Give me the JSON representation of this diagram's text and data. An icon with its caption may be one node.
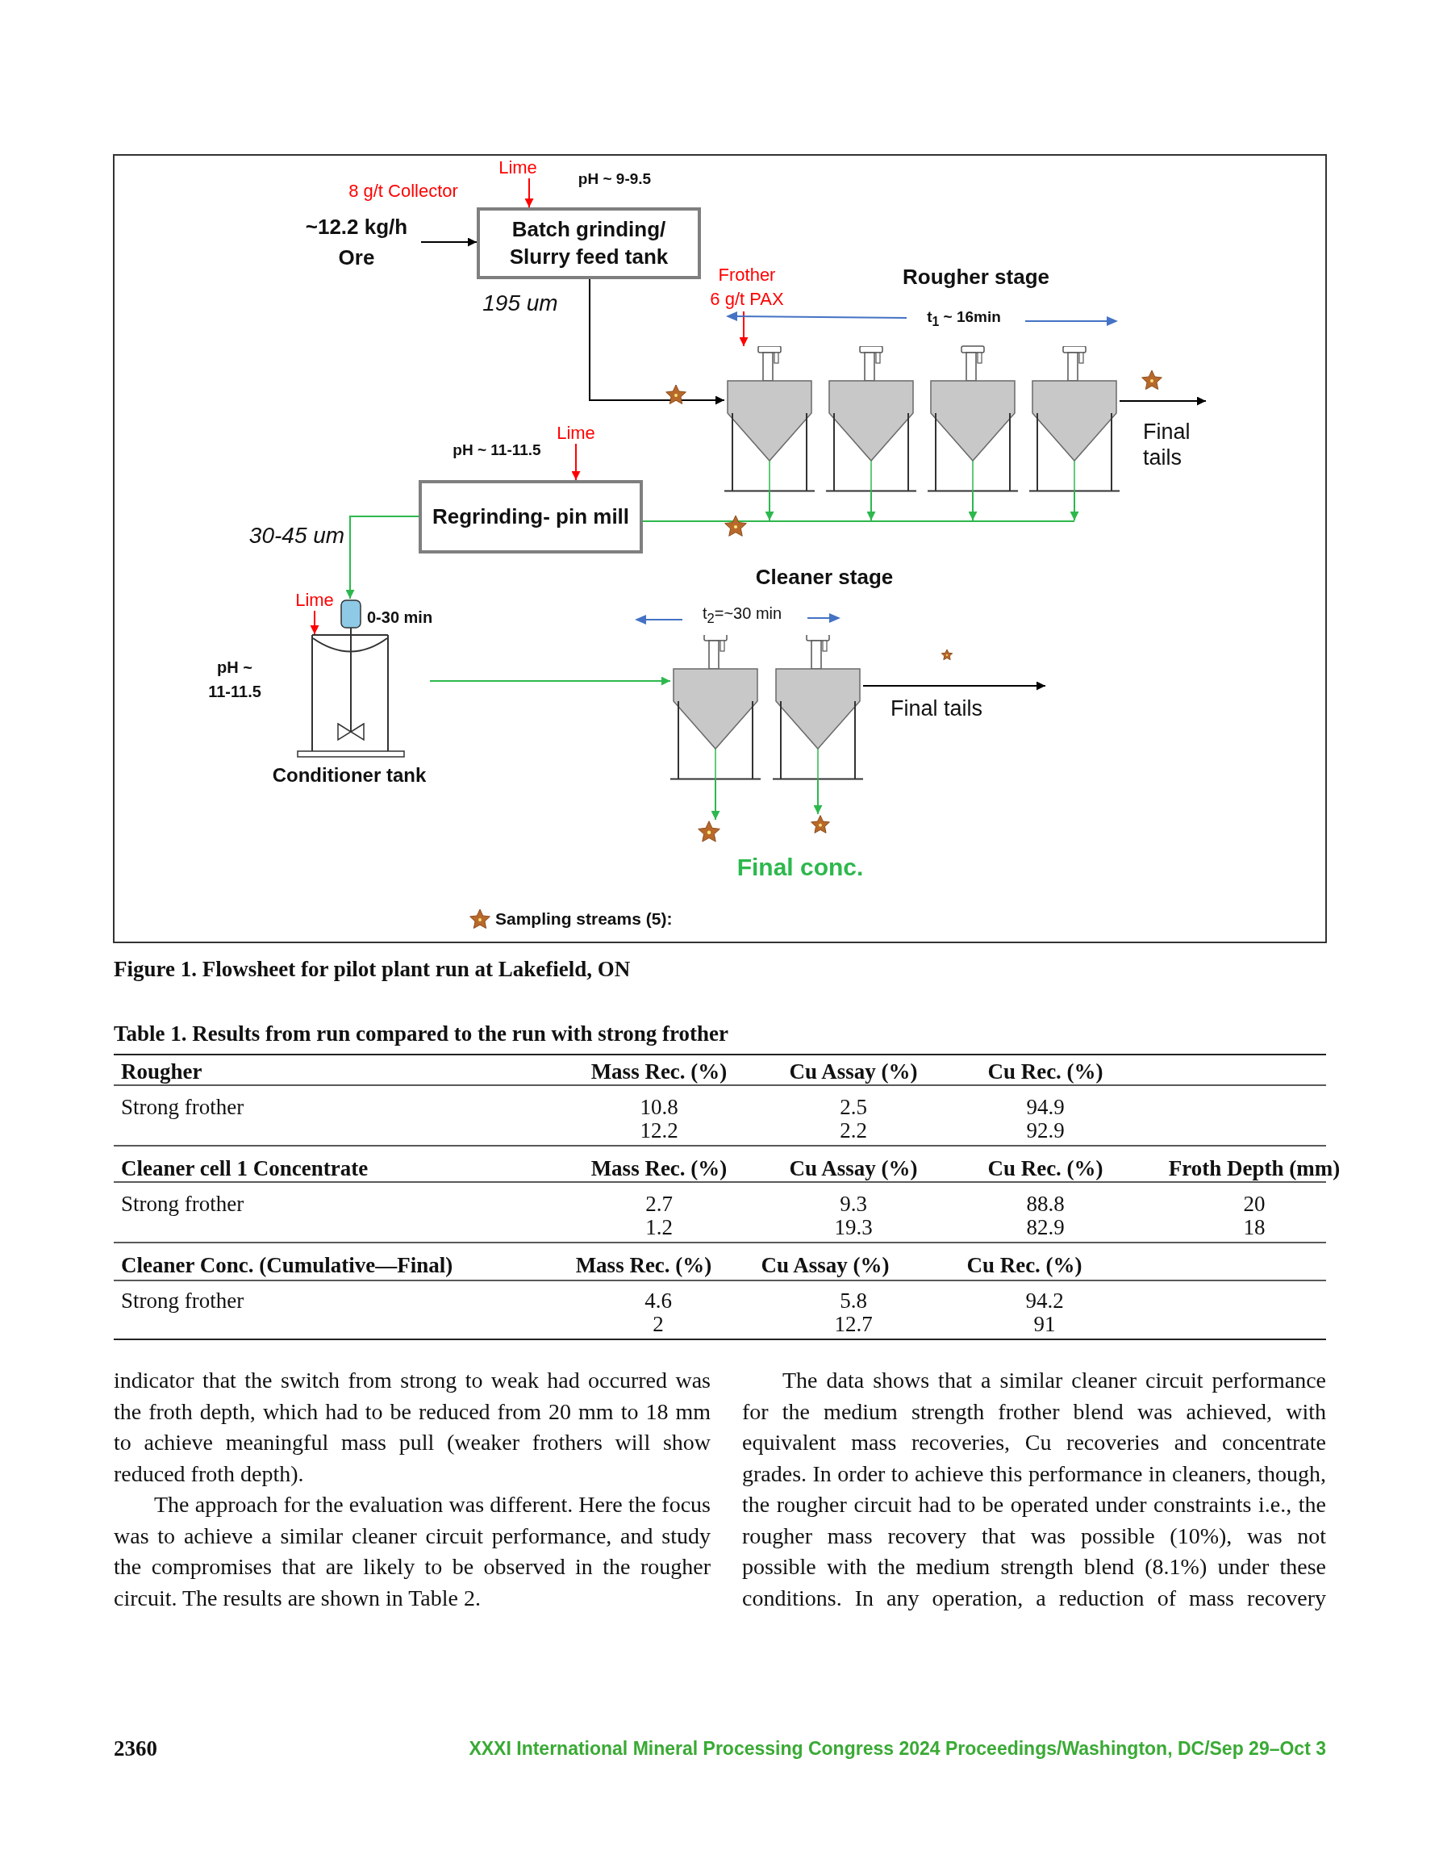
{
  "diagram": {
    "caption": "Figure 1. Flowsheet for pilot plant run at Lakefield, ON",
    "nodes": [
      {
        "text": [
          "~12.2 kg/h Ore"
        ]
      },
      {
        "text": [
          "Lime"
        ]
      },
      {
        "text": [
          "Batch grinding/ Slurry feed tank"
        ],
        "beside": [
          "195 um"
        ]
      },
      {
        "text": [
          "Frother",
          "6 g/t PAX"
        ]
      },
      {
        "text": [],
        "shape": "tank"
      },
      {
        "text": [],
        "shape": "tank"
      },
      {
        "text": [],
        "shape": "tank"
      },
      {
        "text": [],
        "shape": "tank"
      },
      {
        "text": [
          "Final tails"
        ]
      },
      {
        "text": [
          "Lime"
        ]
      },
      {
        "text": [
          "Regrinding- pin mill"
        ]
      },
      {
        "text": [
          "Lime"
        ]
      },
      {
        "text": [
          "0-30 min",
          "Conditioner tank"
        ],
        "beside": [
          "pH ~ 11-11.5"
        ]
      },
      {
        "text": [],
        "shape": "tank"
      },
      {
        "text": [],
        "shape": "tank"
      },
      {
        "text": [
          "Final tails"
        ]
      },
      {
        "text": [],
        "shape": "star"
      },
      {
        "text": [],
        "shape": "star"
      }
    ],
    "edges": [
      {
        "from": 0,
        "to": 2,
        "arrow": "to",
        "color": "#000000"
      },
      {
        "from": 1,
        "to": 2,
        "arrow": "to",
        "color": "#ff0000"
      },
      {
        "from": 2,
        "to": 4,
        "arrow": "to",
        "color": "#000000"
      },
      {
        "from": 3,
        "to": 4,
        "arrow": "to",
        "color": "#ff0000"
      },
      {
        "from": 7,
        "to": 8,
        "arrow": "to",
        "color": "#000000"
      },
      {
        "from": 4,
        "to": null,
        "arrow": "to"
      },
      {
        "from": 5,
        "to": null,
        "arrow": "to"
      },
      {
        "from": 6,
        "to": null,
        "arrow": "to"
      },
      {
        "from": 7,
        "to": null,
        "arrow": "to"
      },
      {
        "from": 9,
        "to": 10,
        "arrow": "to",
        "color": "#ff0000"
      },
      {
        "from": 10,
        "to": 12,
        "arrow": "to"
      },
      {
        "from": 11,
        "to": 12,
        "arrow": "to",
        "color": "#ff0000"
      },
      {
        "from": 12,
        "to": 13,
        "arrow": "to"
      },
      {
        "from": 14,
        "to": 15,
        "arrow": "to",
        "color": "#000000"
      },
      {
        "from": 13,
        "to": 16,
        "arrow": "to"
      },
      {
        "from": 14,
        "to": 17,
        "arrow": "to"
      },
      {
        "from": null,
        "to": 10,
        "arrow": "none"
      }
    ],
    "labels": [
      "8 g/t Collector",
      "pH ~ 9-9.5",
      "Rougher stage",
      "t$_{1}$ ~ 16min",
      "pH ~ 11-11.5",
      "30-45 um",
      "Cleaner stage",
      "t$_{2}$=~30 min",
      "Final conc.",
      "Table 1. Results from run compared to the run with strong frother",
      "Rougher",
      "Mass Rec. (%)",
      "Cu Assay (%)",
      "Cu Rec. (%)",
      "Strong frother",
      "10.8",
      "2.5",
      "94.9",
      "12.2",
      "2.2",
      "92.9",
      "Cleaner cell 1 Concentrate",
      "Mass Rec. (%)",
      "Cu Assay (%)",
      "Cu Rec. (%)",
      "Froth Depth (mm)",
      "Strong frother",
      "2.7",
      "9.3",
      "88.8",
      "20",
      "1.2",
      "19.3",
      "82.9",
      "18",
      "Cleaner Conc. (Cumulative—Final)",
      "Mass Rec. (%)",
      "Cu Assay (%)",
      "Cu Rec. (%)",
      "Strong frother",
      "4.6",
      "5.8",
      "94.2",
      "2",
      "12.7",
      "91",
      "indicator that the switch from strong to weak had occurred was the froth depth, which had to be reduced from 20 mm to 18 mm to achieve meaningful mass pull (weaker frothers will show reduced froth depth).",
      "The approach for the evaluation was different. Here the focus was to achieve a similar cleaner circuit performance, and study the compromises that are likely to be observed in the rougher circuit. The results are shown in Table 2.",
      "The data shows that a similar cleaner circuit performance for the medium strength frother blend was achieved, with equivalent mass recoveries, Cu recoveries and concentrate grades. In order to achieve this performance in cleaners, though, the rougher circuit had to be operated under constraints i.e., the rougher mass recovery that was possible (10%), was not possible with the medium strength blend (8.1%) under these conditions. In any operation, a reduction of mass recovery",
      "2360",
      "XXXI International Mineral Processing Congress 2024 Proceedings/Washington, DC/Sep 29–Oct 3"
    ],
    "legend": [
      {
        "text": "Sampling streams (5):"
      }
    ]
  }
}
